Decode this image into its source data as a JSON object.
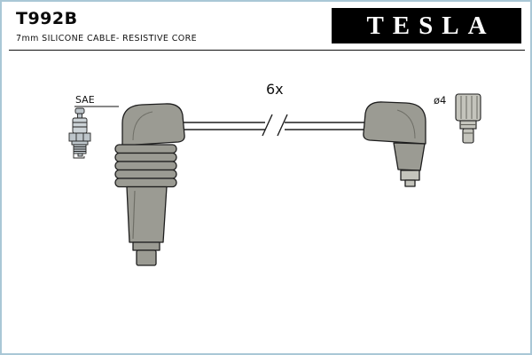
{
  "header": {
    "part_number": "T992B",
    "subtitle": "7mm SILICONE CABLE- RESISTIVE CORE",
    "brand_logo": "TESLA"
  },
  "diagram": {
    "quantity": "6x",
    "plug_standard": "SAE",
    "terminal_diameter": "ø4"
  },
  "colors": {
    "border": "#a9c7d6",
    "logo_background": "#000000",
    "logo_text": "#ffffff",
    "boot_fill": "#9b9b93",
    "plug_fill": "#bdc5ca",
    "metal_fill": "#c4c4bc",
    "outline": "#1e1e1e"
  }
}
